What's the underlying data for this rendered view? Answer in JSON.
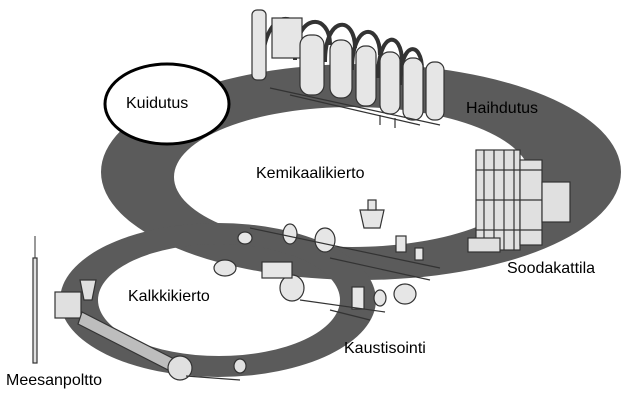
{
  "labels": {
    "kuidutus": "Kuidutus",
    "haihdutus": "Haihdutus",
    "kemikaalikierto": "Kemikaalikierto",
    "soodakattila": "Soodakattila",
    "kalkkikierto": "Kalkkikierto",
    "kaustisointi": "Kaustisointi",
    "meesanpoltto": "Meesanpoltto"
  },
  "colors": {
    "loop": "#5b5b5b",
    "equipment_stroke": "#333333",
    "equipment_fill": "#e6e6e6",
    "background": "#ffffff"
  }
}
